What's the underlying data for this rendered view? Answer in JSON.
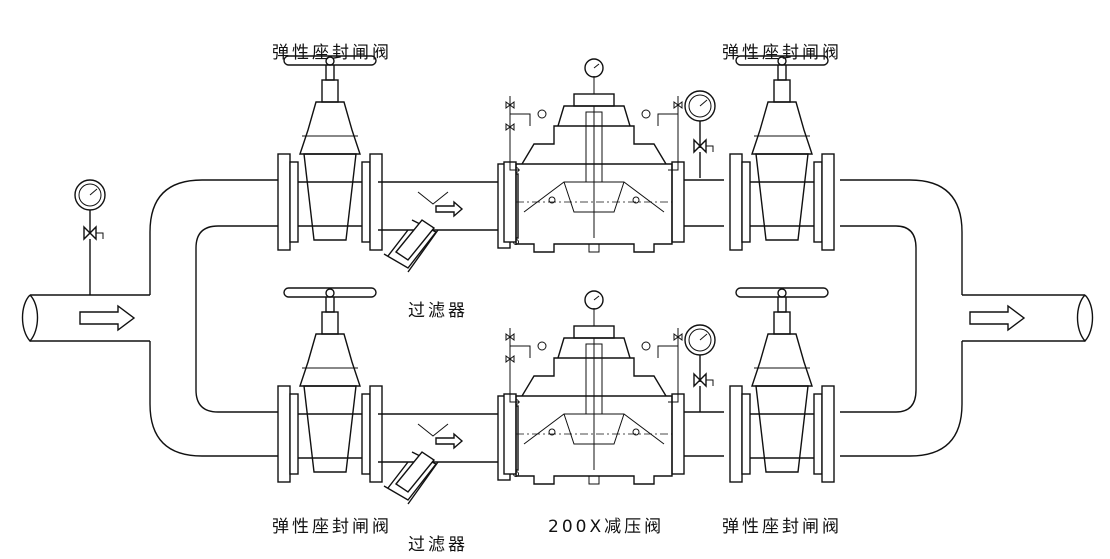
{
  "labels": {
    "gate_valve_top_left": "弹性座封闸阀",
    "gate_valve_top_right": "弹性座封闸阀",
    "filter_upper": "过滤器",
    "gate_valve_bottom_left": "弹性座封闸阀",
    "filter_lower": "过滤器",
    "prv": "200X减压阀",
    "gate_valve_bottom_right": "弹性座封闸阀"
  }
}
